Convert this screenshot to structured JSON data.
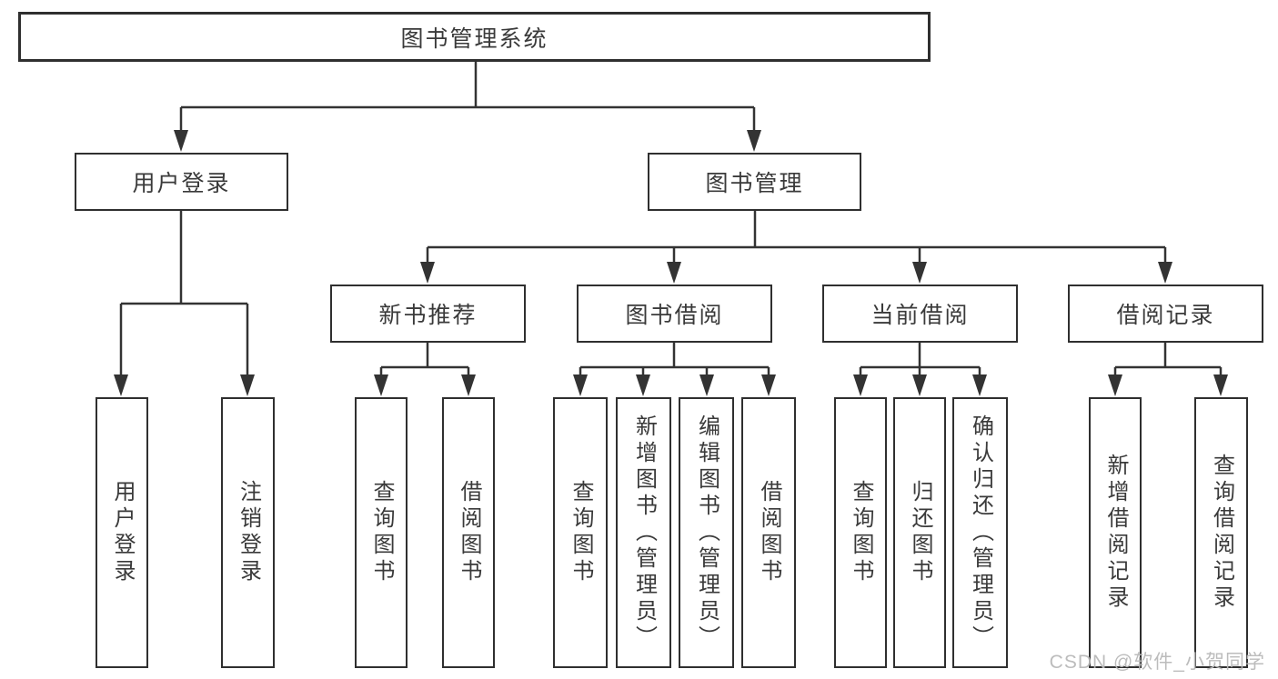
{
  "colors": {
    "background": "#ffffff",
    "line": "#333333",
    "box_border": "#2f2f2f",
    "text": "#3a3a3a",
    "watermark": "#b9b9b9"
  },
  "watermark": {
    "text": "CSDN @软件_小贺同学"
  },
  "tree": {
    "root": {
      "label": "图书管理系统",
      "children": [
        {
          "label": "用户登录",
          "children": [
            {
              "label": "用户登录"
            },
            {
              "label": "注销登录"
            }
          ]
        },
        {
          "label": "图书管理",
          "children": [
            {
              "label": "新书推荐",
              "children": [
                {
                  "label": "查询图书"
                },
                {
                  "label": "借阅图书"
                }
              ]
            },
            {
              "label": "图书借阅",
              "children": [
                {
                  "label": "查询图书"
                },
                {
                  "label": "新增图书（管理员）"
                },
                {
                  "label": "编辑图书（管理员）"
                },
                {
                  "label": "借阅图书"
                }
              ]
            },
            {
              "label": "当前借阅",
              "children": [
                {
                  "label": "查询图书"
                },
                {
                  "label": "归还图书"
                },
                {
                  "label": "确认归还（管理员）"
                }
              ]
            },
            {
              "label": "借阅记录",
              "children": [
                {
                  "label": "新增借阅记录"
                },
                {
                  "label": "查询借阅记录"
                }
              ]
            }
          ]
        }
      ]
    }
  }
}
